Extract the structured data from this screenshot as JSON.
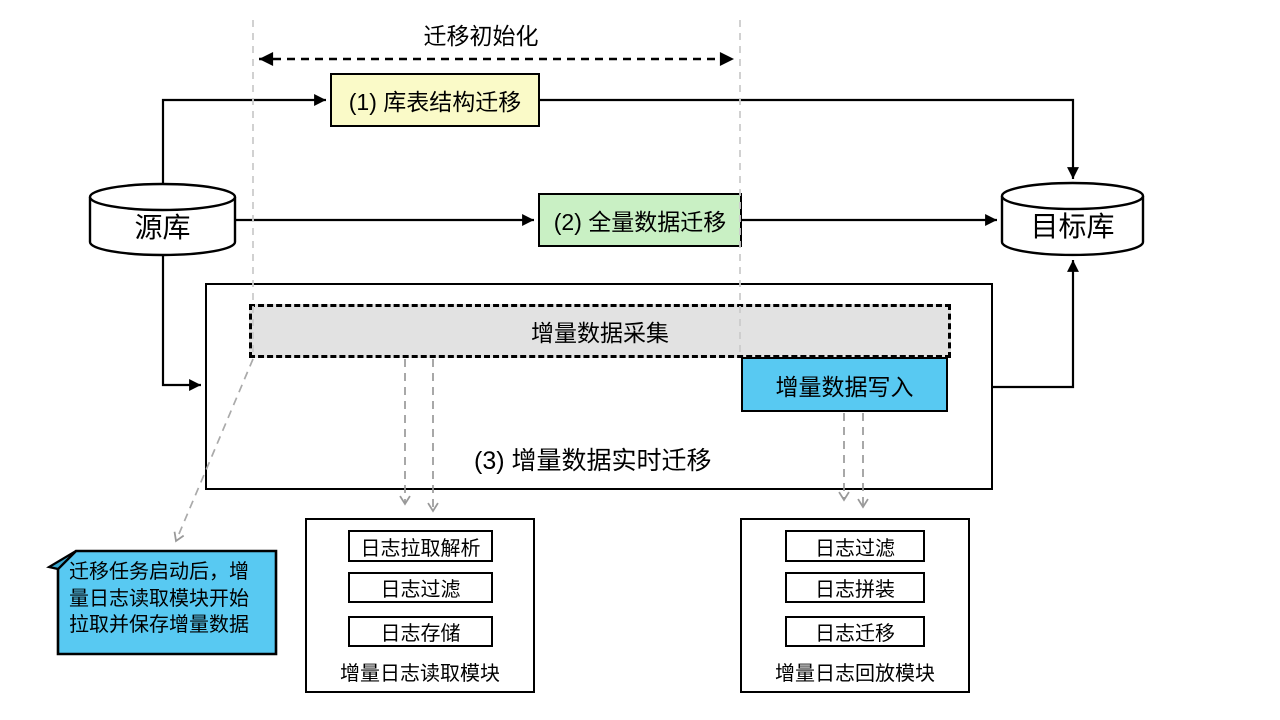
{
  "top": {
    "phase_label": "迁移初始化"
  },
  "databases": {
    "source": "源库",
    "target": "目标库"
  },
  "steps": {
    "step1": "(1) 库表结构迁移",
    "step2": "(2) 全量数据迁移",
    "step3": "(3) 增量数据实时迁移"
  },
  "incremental": {
    "collect": "增量数据采集",
    "write": "增量数据写入"
  },
  "note": {
    "text": "迁移任务启动后，增量日志读取模块开始拉取并保存增量数据"
  },
  "modules": {
    "reader": {
      "title": "增量日志读取模块",
      "steps": [
        "日志拉取解析",
        "日志过滤",
        "日志存储"
      ]
    },
    "replayer": {
      "title": "增量日志回放模块",
      "steps": [
        "日志过滤",
        "日志拼装",
        "日志迁移"
      ]
    }
  },
  "colors": {
    "step1_fill": "#FAFAC8",
    "step2_fill": "#C9F0C4",
    "collect_fill": "#E2E2E2",
    "write_fill": "#58C9F2",
    "note_fill": "#58C9F2",
    "note_fold": "#3BA8CF"
  }
}
